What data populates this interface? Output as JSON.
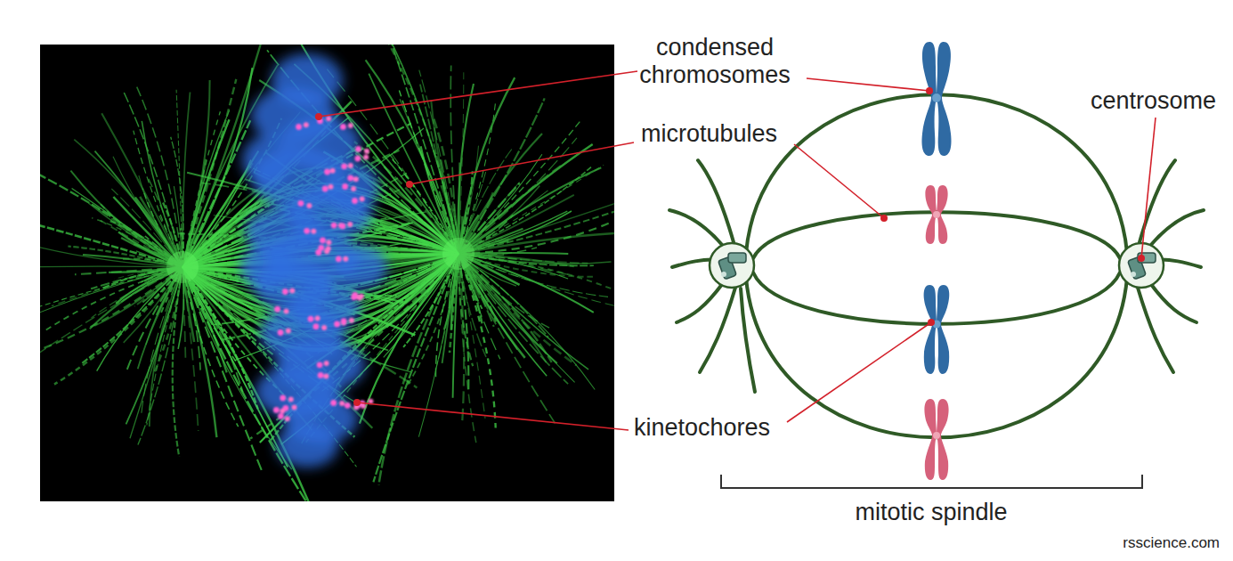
{
  "diagram": {
    "labels": [
      "condensed chromosomes",
      "microtubules",
      "centrosome",
      "kinetochores",
      "mitotic spindle",
      "rsscience.com"
    ]
  }
}
